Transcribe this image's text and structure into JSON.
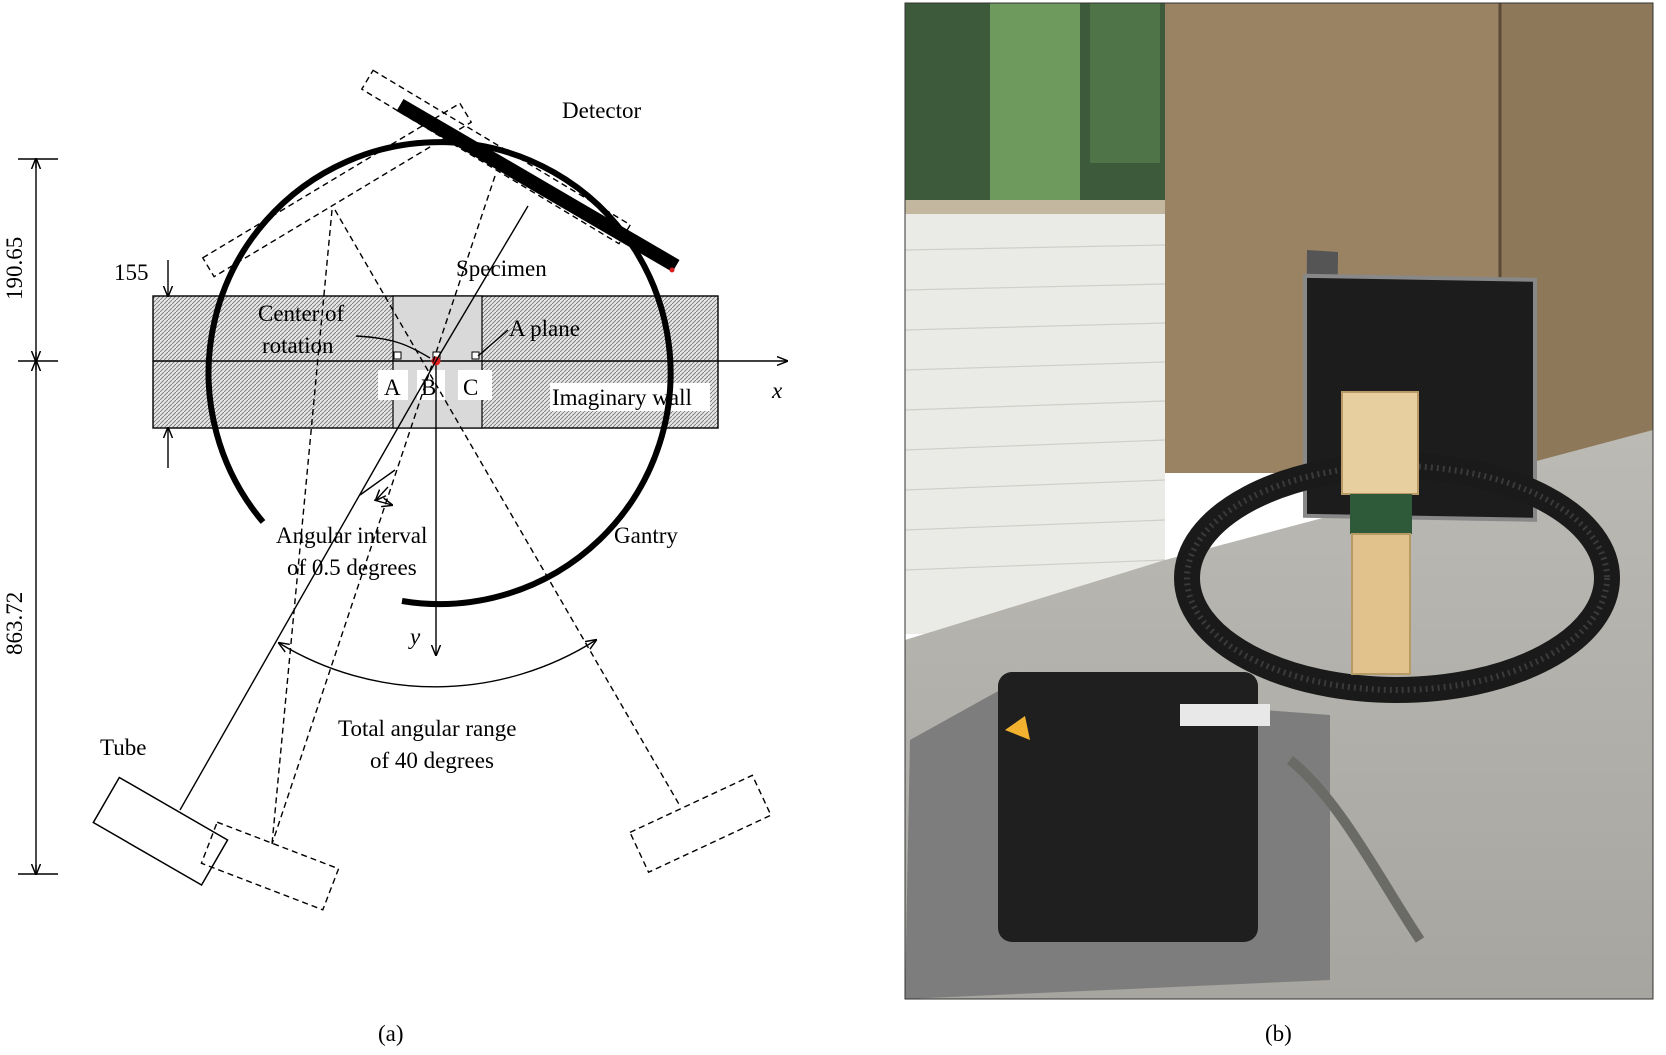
{
  "panel_a": {
    "caption": "(a)",
    "labels": {
      "detector": "Detector",
      "specimen": "Specimen",
      "center_of_rotation_line1": "Center of",
      "center_of_rotation_line2": "rotation",
      "a_plane": "A plane",
      "point_a": "A",
      "point_b": "B",
      "point_c": "C",
      "imaginary_wall": "Imaginary wall",
      "x_axis": "x",
      "y_axis": "y",
      "gantry": "Gantry",
      "angular_interval_line1": "Angular interval",
      "angular_interval_line2": "of 0.5 degrees",
      "total_range_line1": "Total angular range",
      "total_range_line2": "of 40 degrees",
      "tube": "Tube"
    },
    "dimensions": {
      "top": "190.65",
      "bottom": "863.72",
      "wall_thickness": "155"
    }
  },
  "panel_b": {
    "caption": "(b)"
  }
}
